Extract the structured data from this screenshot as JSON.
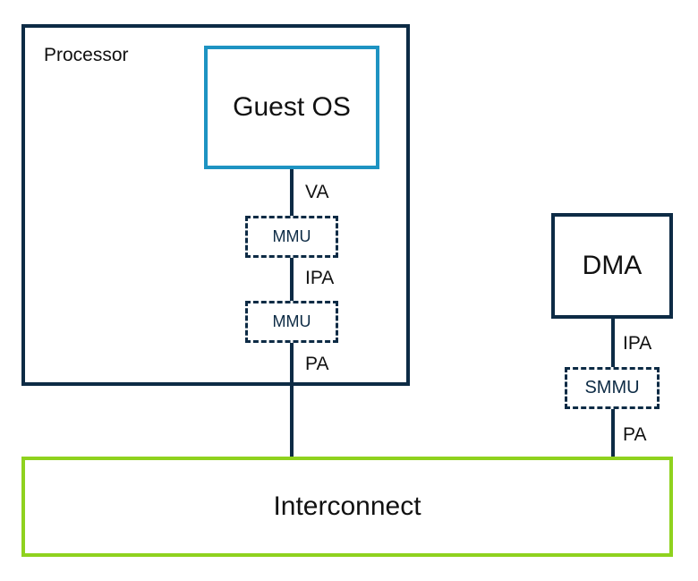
{
  "processor": {
    "label": "Processor"
  },
  "guest_os": {
    "label": "Guest OS"
  },
  "mmu_stage1": {
    "label": "MMU"
  },
  "mmu_stage2": {
    "label": "MMU"
  },
  "dma": {
    "label": "DMA"
  },
  "smmu": {
    "label": "SMMU"
  },
  "interconnect": {
    "label": "Interconnect"
  },
  "addresses": {
    "va": "VA",
    "ipa_processor": "IPA",
    "pa_processor": "PA",
    "ipa_dma": "IPA",
    "pa_dma": "PA"
  },
  "colors": {
    "dark_navy": "#0d2b45",
    "guest_blue": "#1e93c2",
    "interconnect_green": "#8fd21e"
  }
}
